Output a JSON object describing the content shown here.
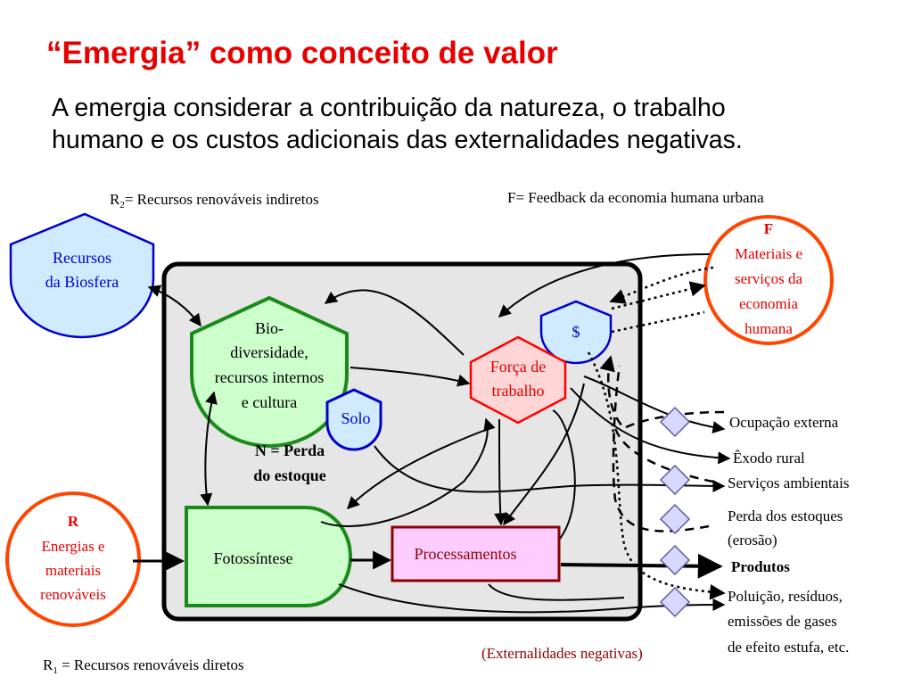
{
  "title": "“Emergia” como conceito de valor",
  "subtitle": {
    "line1": "A emergia considerar a contribuição da natureza, o trabalho",
    "line2": "humano e os custos adicionais das externalidades negativas."
  },
  "captions": {
    "r2_symbol": "R",
    "r2_sub": "2",
    "r2_text": "= Recursos renováveis indiretos",
    "f_caption": "F= Feedback da economia humana urbana",
    "r1_symbol": "R",
    "r1_sub": "1",
    "r1_text": " = Recursos renováveis diretos",
    "externalities": "(Externalidades  negativas)"
  },
  "nodes": {
    "biosphere": {
      "line1": "Recursos",
      "line2": "da  Biosfera"
    },
    "f_source": {
      "letter": "F",
      "line1": "Materiais e",
      "line2": "serviços da",
      "line3": "economia",
      "line4": "humana"
    },
    "r_source": {
      "letter": "R",
      "line1": "Energias e",
      "line2": "materiais",
      "line3": "renováveis"
    },
    "biodiversity": {
      "line1": "Bio-",
      "line2": "diversidade,",
      "line3": "recursos internos",
      "line4": "e cultura"
    },
    "soil": "Solo",
    "money": "$",
    "labor": {
      "line1": "Força de",
      "line2": "trabalho"
    },
    "stock_loss": {
      "line1": "N = Perda",
      "line2": "do estoque"
    },
    "photosynthesis": "Fotossíntese",
    "processing": "Processamentos"
  },
  "outputs": [
    "Ocupação externa",
    "Êxodo rural",
    "Serviços ambientais",
    "Perda dos estoques",
    "(erosão)",
    "Produtos",
    "Poluição, resíduos,",
    "emissões de gases",
    "de efeito estufa, etc."
  ],
  "colors": {
    "title": "#e60000",
    "externalities": "#8b0000",
    "green": "#1a8a1a",
    "green_fill": "#ccffcc",
    "blue": "#0000cc",
    "blue_fill": "#d0ebff",
    "orange": "#ff4500",
    "red": "#ff0000",
    "labor_fill": "#ffd5d5",
    "maroon": "#8b0000",
    "processing_fill": "#ffccff",
    "system_fill": "#e6e6e6",
    "diamond_fill": "#d8d8ff",
    "diamond_stroke": "#5a5aa0"
  },
  "icons": [
    "arrow-icon",
    "diamond-icon"
  ]
}
